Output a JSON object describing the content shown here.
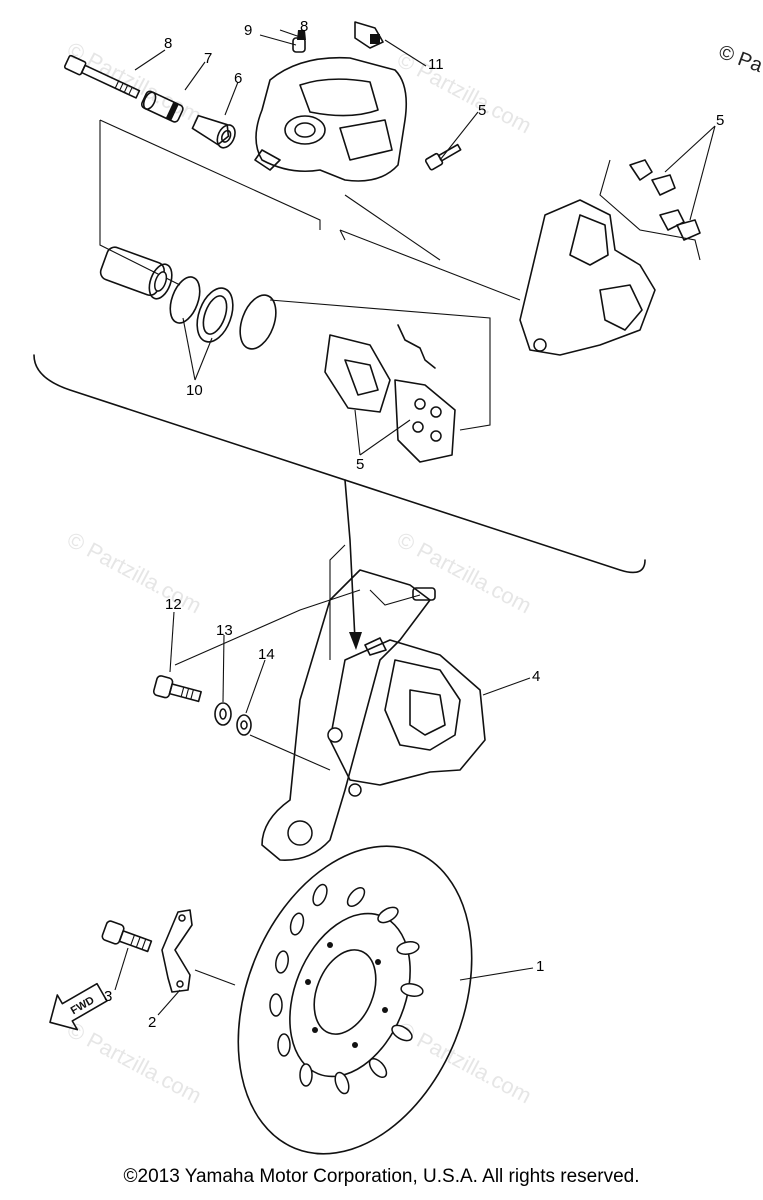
{
  "watermark": "© Partzilla.com",
  "corner_mark": "© Pa",
  "callouts": {
    "c1": "1",
    "c2": "2",
    "c3": "3",
    "c4": "4",
    "c5a": "5",
    "c5b": "5",
    "c5c": "5",
    "c6": "6",
    "c7": "7",
    "c8": "8",
    "c9": "9",
    "c9b": "8",
    "c10": "10",
    "c11": "11",
    "c12": "12",
    "c13": "13",
    "c14": "14"
  },
  "fwd_label": "FWD",
  "copyright": "©2013 Yamaha Motor Corporation, U.S.A. All rights reserved."
}
